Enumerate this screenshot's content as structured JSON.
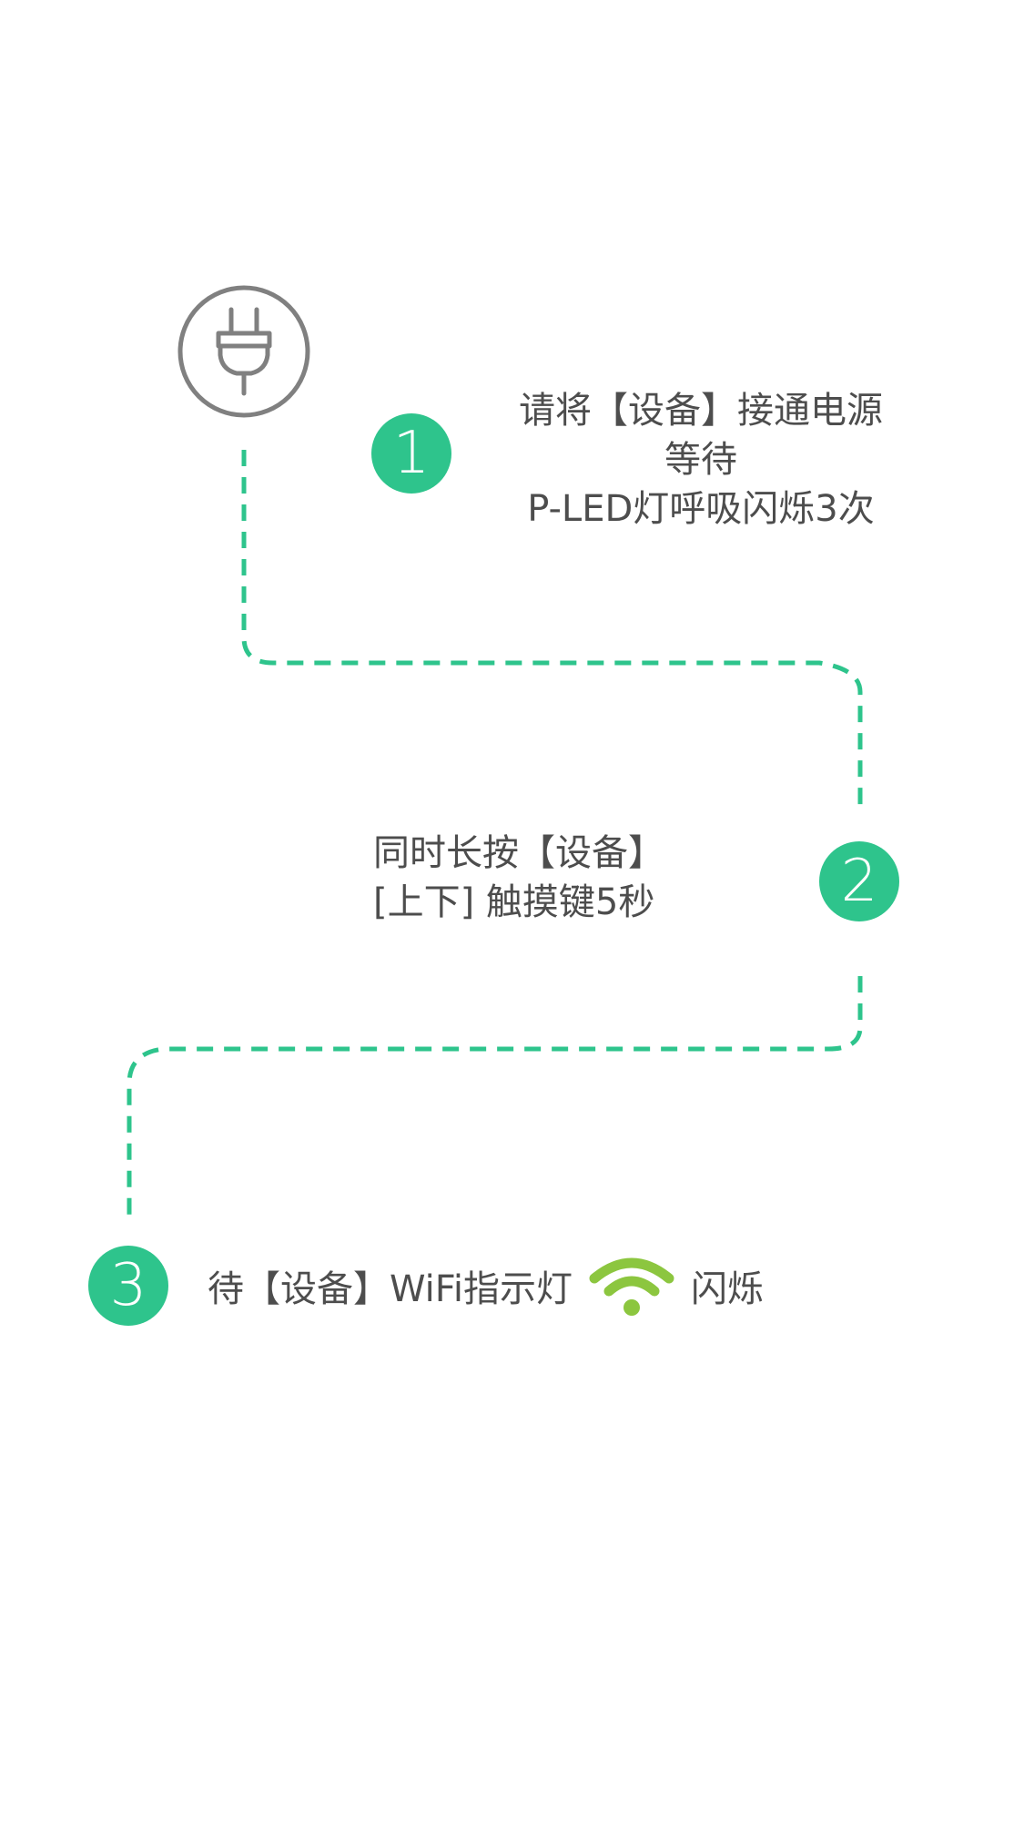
{
  "steps": [
    {
      "number": "1",
      "lines": [
        "请将【设备】接通电源",
        "等待",
        "P-LED灯呼吸闪烁3次"
      ]
    },
    {
      "number": "2",
      "lines": [
        "同时长按【设备】",
        "[上下] 触摸键5秒"
      ]
    },
    {
      "number": "3",
      "text_before": "待【设备】WiFi指示灯",
      "text_after": "闪烁"
    }
  ],
  "icons": {
    "plug": "power-plug-icon",
    "wifi": "wifi-icon"
  },
  "colors": {
    "accent": "#2ec48c",
    "wifi": "#8cc63f",
    "icon_gray": "#808080",
    "text": "#4d4d4d"
  }
}
